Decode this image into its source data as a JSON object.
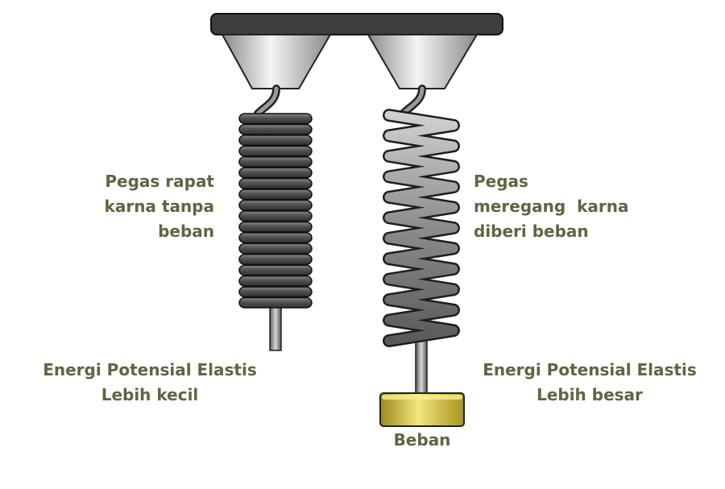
{
  "diagram": {
    "left_spring_label": [
      "Pegas rapat",
      "karna tanpa",
      "beban"
    ],
    "right_spring_label": [
      "Pegas",
      "meregang  karna",
      "diberi beban"
    ],
    "left_energy_label": [
      "Energi Potensial Elastis",
      "Lebih kecil"
    ],
    "right_energy_label": [
      "Energi Potensial Elastis",
      "Lebih besar"
    ],
    "weight_label": "Beban"
  },
  "colors": {
    "text": "#5d6642",
    "support": "#3d3d3d",
    "spring": "#4a4a4a",
    "weight": "#c8b430"
  }
}
